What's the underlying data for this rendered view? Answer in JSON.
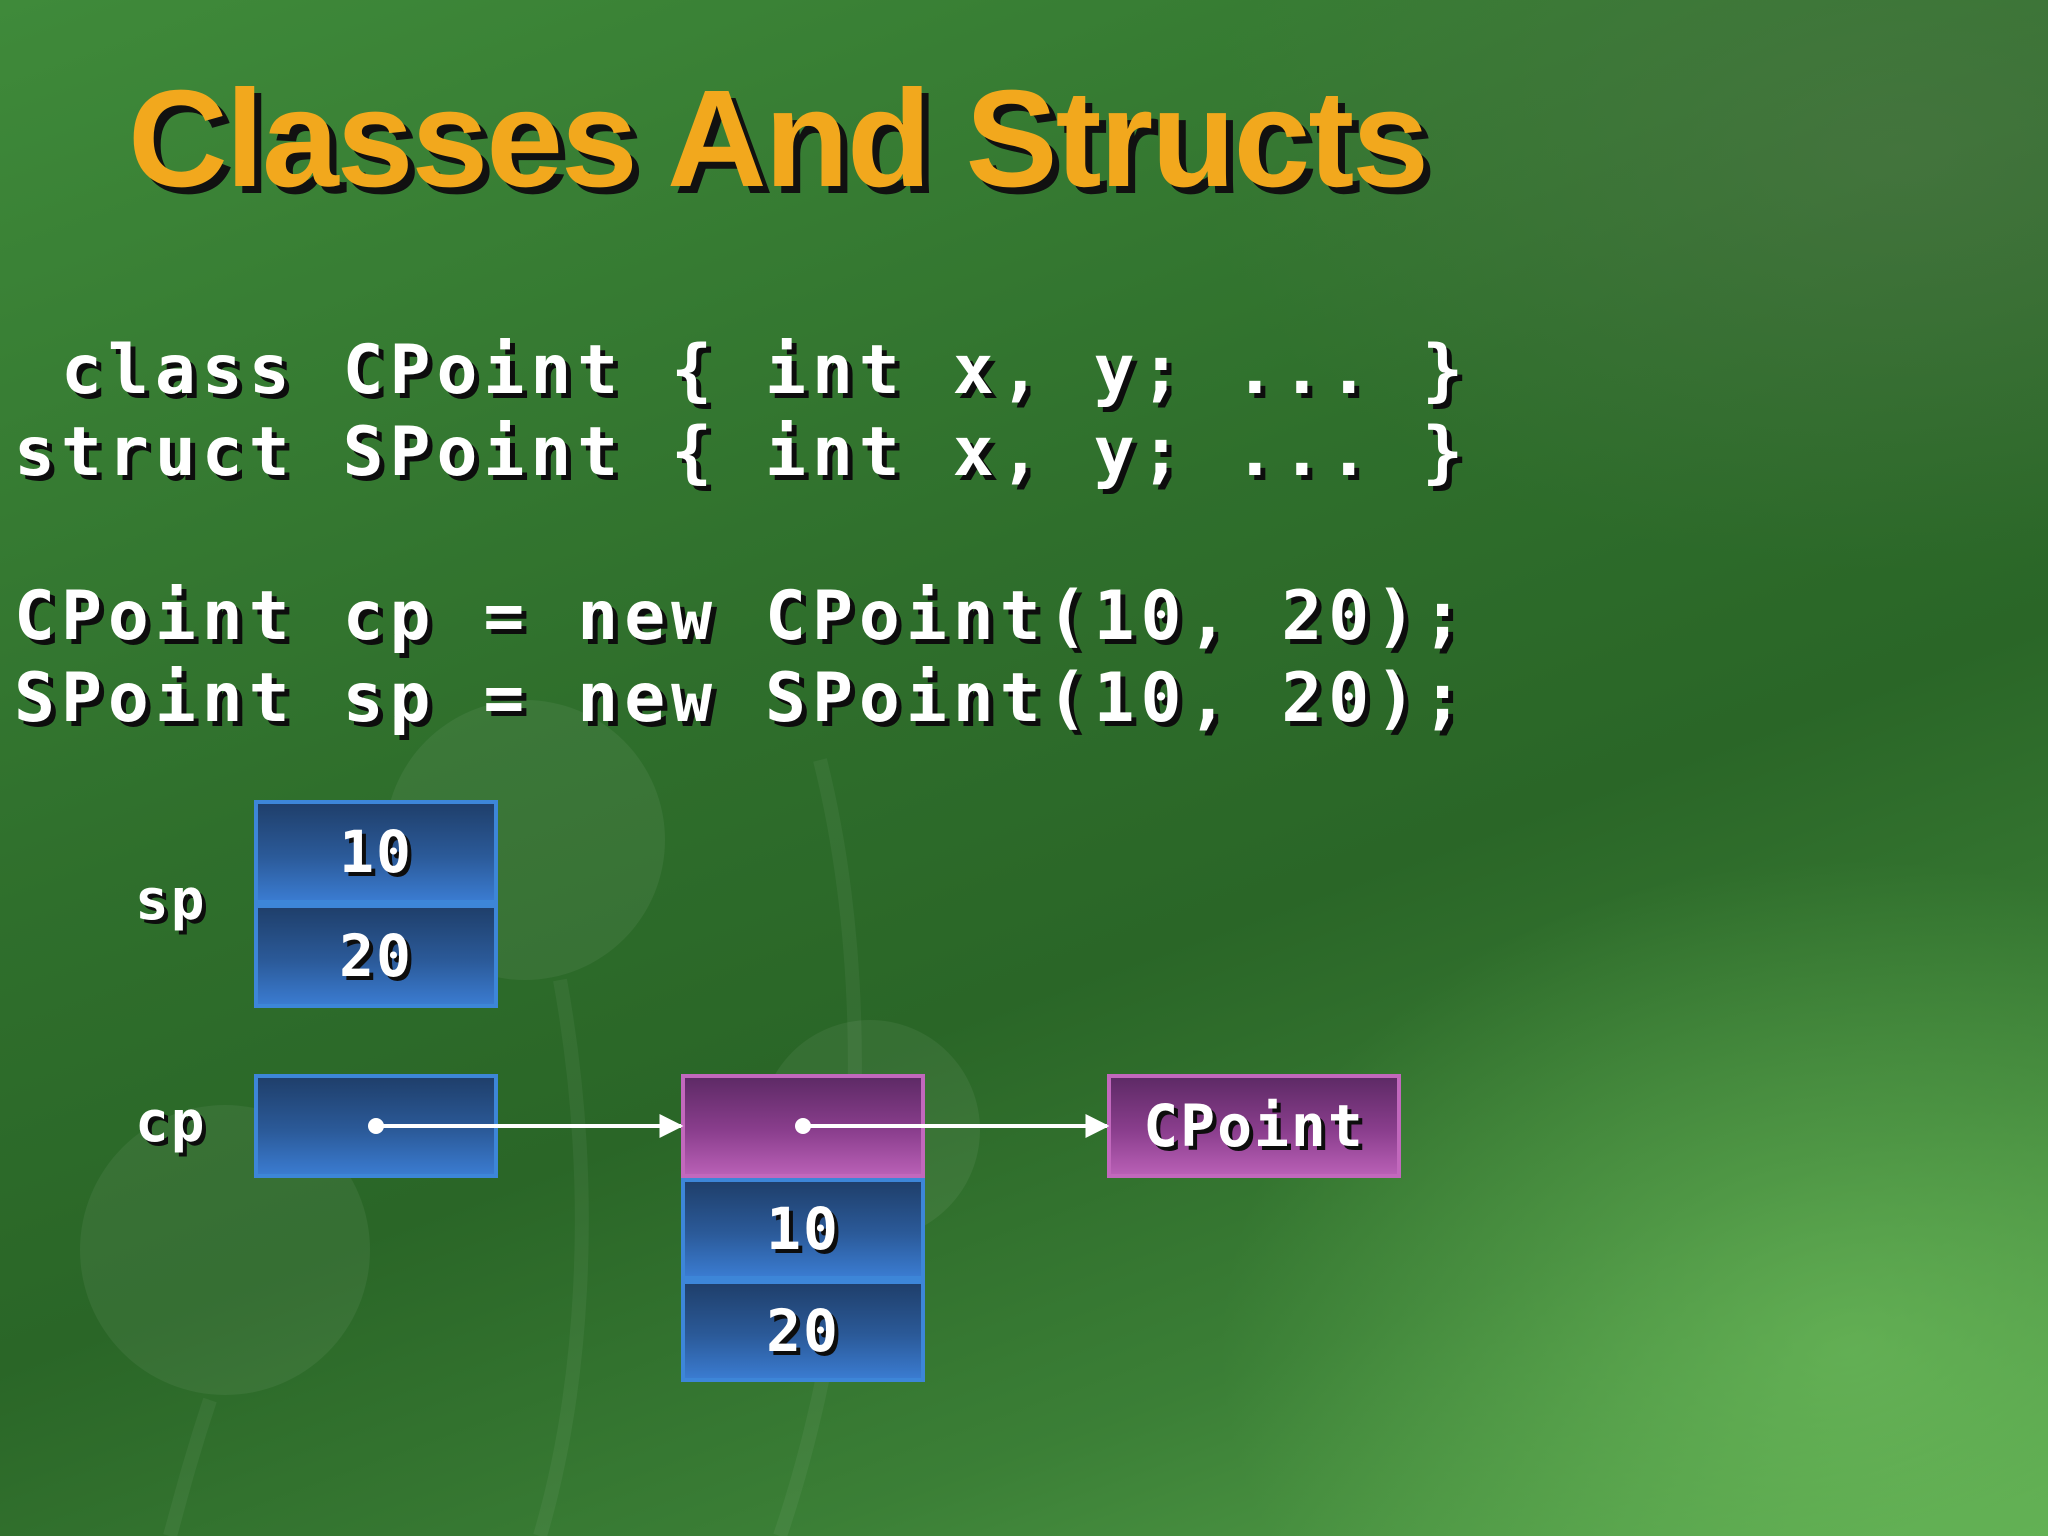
{
  "title": "Classes And Structs",
  "code": {
    "class_line": " class CPoint { int x, y; ... }",
    "struct_line": "struct SPoint { int x, y; ... }",
    "cp_line": "CPoint cp = new CPoint(10, 20);",
    "sp_line": "SPoint sp = new SPoint(10, 20);"
  },
  "diagram": {
    "sp_label": "sp",
    "cp_label": "cp",
    "sp_x": "10",
    "sp_y": "20",
    "heap_x": "10",
    "heap_y": "20",
    "type_label": "CPoint"
  },
  "colors": {
    "title": "#f2a81d",
    "value_box": "#2b5a99",
    "object_header": "#8a3e8d"
  }
}
